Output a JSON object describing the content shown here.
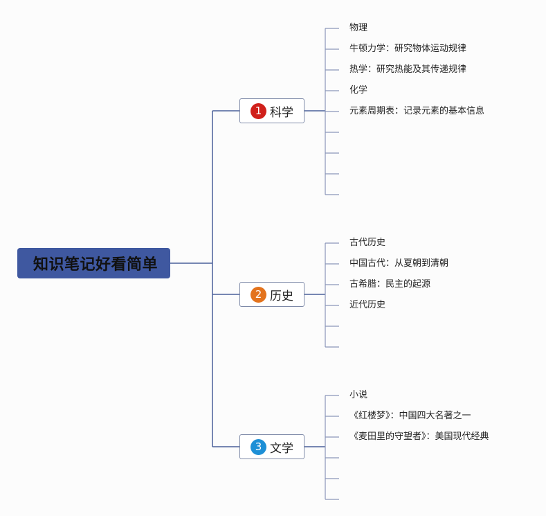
{
  "root": {
    "label": "知识笔记好看简单"
  },
  "branches": [
    {
      "number": "1",
      "label": "科学",
      "color": "#d0201b",
      "items": [
        "物理",
        "牛顿力学：研究物体运动规律",
        "热学：研究热能及其传递规律",
        "化学",
        "元素周期表：记录元素的基本信息",
        "",
        "",
        "",
        ""
      ]
    },
    {
      "number": "2",
      "label": "历史",
      "color": "#e3731d",
      "items": [
        "古代历史",
        "中国古代：从夏朝到清朝",
        "古希腊：民主的起源",
        "近代历史",
        "",
        ""
      ]
    },
    {
      "number": "3",
      "label": "文学",
      "color": "#1d8fd6",
      "items": [
        "小说",
        "《红楼梦》：中国四大名著之一",
        "《麦田里的守望者》：美国现代经典",
        "",
        "",
        ""
      ]
    }
  ],
  "colors": {
    "root_fill": "#3f58a0",
    "connector": "#4a5f9a",
    "leaf_line": "#8a96b8"
  }
}
